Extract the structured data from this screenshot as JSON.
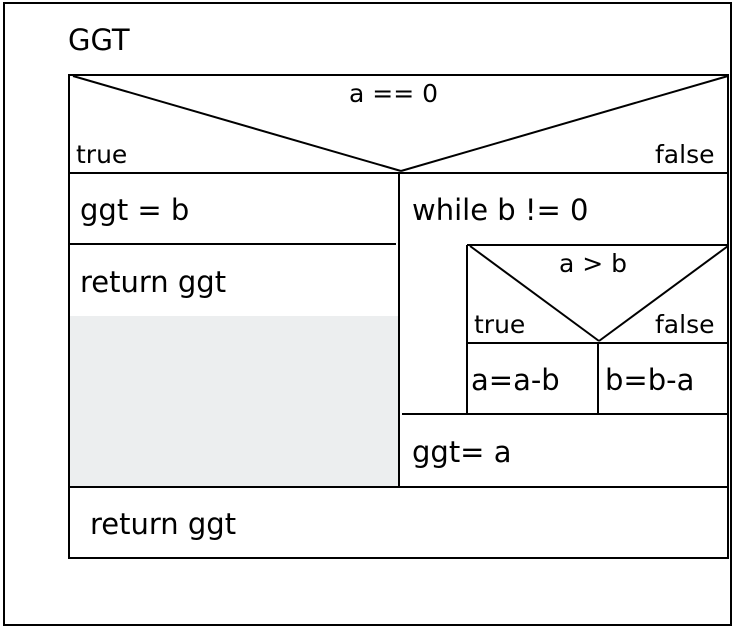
{
  "title": "GGT",
  "outer_if": {
    "condition": "a == 0",
    "true_label": "true",
    "false_label": "false",
    "true_branch": [
      "ggt = b",
      "return ggt"
    ],
    "false_branch": {
      "loop": "while b != 0",
      "inner_if": {
        "condition": "a > b",
        "true_label": "true",
        "false_label": "false",
        "true_stmt": "a=a-b",
        "false_stmt": "b=b-a"
      },
      "after_loop": "ggt= a"
    }
  },
  "final_stmt": "return ggt",
  "colors": {
    "stroke": "#000000",
    "empty_block": "#eceeef"
  }
}
